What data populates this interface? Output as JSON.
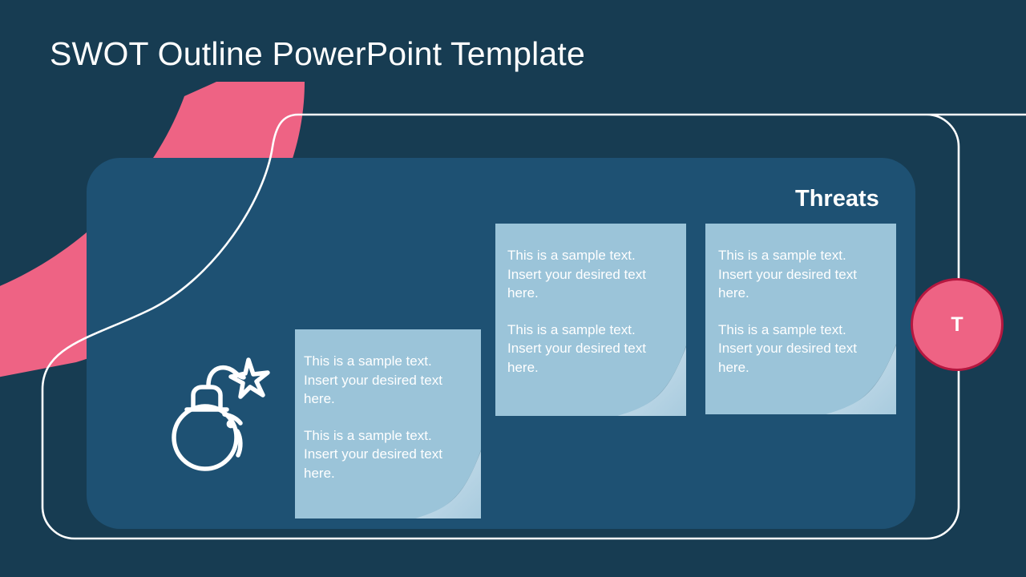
{
  "slide": {
    "title": "SWOT Outline PowerPoint Template",
    "section_label": "Threats",
    "badge_letter": "T"
  },
  "colors": {
    "background": "#173c52",
    "panel": "#1e5173",
    "accent_pink": "#ee6384",
    "accent_pink_border": "#b5173f",
    "note_blue": "#9bc4d9",
    "outline_white": "#ffffff",
    "text_white": "#ffffff"
  },
  "icons": {
    "bomb": "bomb-icon"
  },
  "notes": [
    {
      "id": "note-1",
      "paragraphs": [
        "This is a sample text. Insert your desired text here.",
        "This is a sample text. Insert your desired text here."
      ]
    },
    {
      "id": "note-2",
      "paragraphs": [
        "This is a sample text. Insert your desired text here.",
        "This is a sample text. Insert your desired text here."
      ]
    },
    {
      "id": "note-3",
      "paragraphs": [
        "This is a sample text. Insert your desired text here.",
        "This is a sample text. Insert your desired text here."
      ]
    }
  ]
}
